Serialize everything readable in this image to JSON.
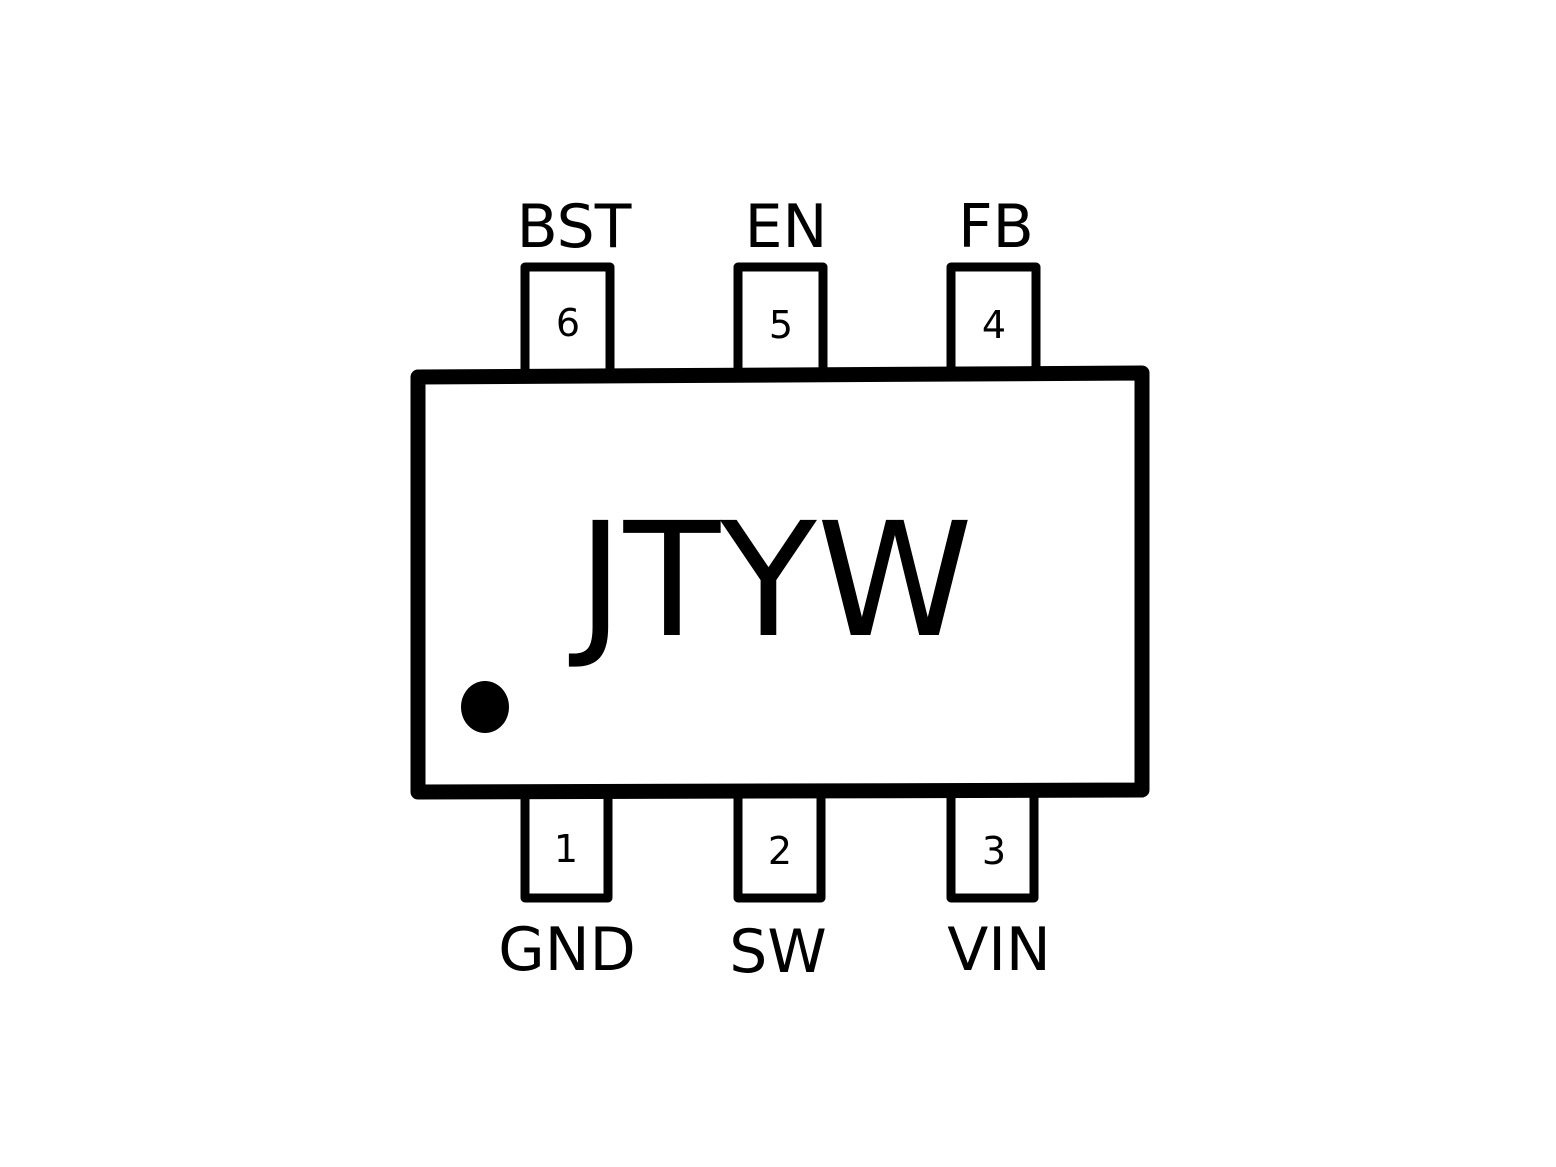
{
  "package": {
    "marking": "JTYW",
    "pin1_indicator": "pin-1-dot",
    "outline_color": "#000000",
    "background_color": "#ffffff"
  },
  "pins": {
    "top": [
      {
        "number": "6",
        "name": "BST"
      },
      {
        "number": "5",
        "name": "EN"
      },
      {
        "number": "4",
        "name": "FB"
      }
    ],
    "bottom": [
      {
        "number": "1",
        "name": "GND"
      },
      {
        "number": "2",
        "name": "SW"
      },
      {
        "number": "3",
        "name": "VIN"
      }
    ]
  }
}
